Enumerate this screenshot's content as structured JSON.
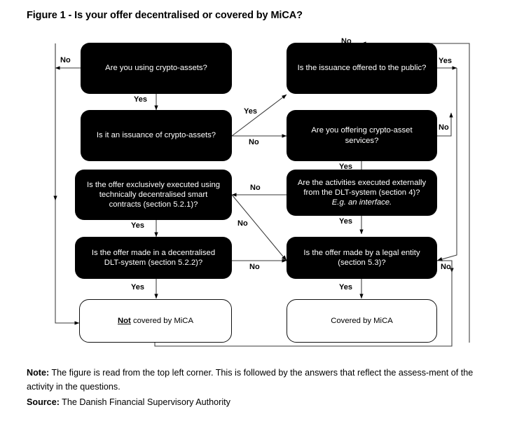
{
  "figure": {
    "title": "Figure 1 - Is your offer decentralised or covered by MiCA?"
  },
  "flowchart": {
    "nodes": [
      {
        "id": "crypto-assets",
        "label": "Are you using crypto-assets?",
        "style": "dark"
      },
      {
        "id": "issuance",
        "label": "Is it an issuance of crypto-assets?",
        "style": "dark"
      },
      {
        "id": "offered-public",
        "label": "Is the issuance offered to the public?",
        "style": "dark"
      },
      {
        "id": "services",
        "label_line1": "Are you offering crypto-asset",
        "label_line2": "services?",
        "style": "dark"
      },
      {
        "id": "smart-contracts",
        "label_line1": "Is the offer exclusively executed using",
        "label_line2": "technically decentralised smart",
        "label_line3": "contracts (section 5.2.1)?",
        "style": "dark"
      },
      {
        "id": "activities-external",
        "label_line1": "Are the activities executed externally",
        "label_line2": "from the DLT-system (section 4)?",
        "label_line3": "E.g. an interface.",
        "style": "dark"
      },
      {
        "id": "dlt-system",
        "label_line1": "Is the offer made in a decentralised",
        "label_line2": "DLT-system (section 5.2.2)?",
        "style": "dark"
      },
      {
        "id": "legal-entity",
        "label_line1": "Is the offer made by a legal entity",
        "label_line2": "(section 5.3)?",
        "style": "dark"
      },
      {
        "id": "not-covered",
        "label_strong": "Not",
        "label_rest": " covered by MiCA",
        "style": "light"
      },
      {
        "id": "covered",
        "label": "Covered by MiCA",
        "style": "light"
      }
    ],
    "edges": [
      {
        "id": "crypto-no",
        "label": "No",
        "from": "crypto-assets",
        "to": "not-covered"
      },
      {
        "id": "crypto-yes",
        "label": "Yes",
        "from": "crypto-assets",
        "to": "issuance"
      },
      {
        "id": "issuance-yes",
        "label": "Yes",
        "from": "issuance",
        "to": "offered-public"
      },
      {
        "id": "issuance-no",
        "label": "No",
        "from": "issuance",
        "to": "services"
      },
      {
        "id": "public-no",
        "label": "No",
        "from": "offered-public",
        "to": "not-covered"
      },
      {
        "id": "public-yes",
        "label": "Yes",
        "from": "offered-public",
        "to": "legal-entity"
      },
      {
        "id": "services-no",
        "label": "No",
        "from": "services",
        "to": "not-covered"
      },
      {
        "id": "services-yes",
        "label": "Yes",
        "from": "services",
        "to": "activities-external"
      },
      {
        "id": "activities-no",
        "label": "No",
        "from": "activities-external",
        "to": "smart-contracts"
      },
      {
        "id": "activities-yes",
        "label": "Yes",
        "from": "activities-external",
        "to": "legal-entity"
      },
      {
        "id": "smart-contracts-yes",
        "label": "Yes",
        "from": "smart-contracts",
        "to": "dlt-system"
      },
      {
        "id": "smart-contracts-no",
        "label": "No",
        "from": "smart-contracts",
        "to": "legal-entity"
      },
      {
        "id": "dlt-yes",
        "label": "Yes",
        "from": "dlt-system",
        "to": "not-covered"
      },
      {
        "id": "dlt-no",
        "label": "No",
        "from": "dlt-system",
        "to": "legal-entity"
      },
      {
        "id": "legal-yes",
        "label": "Yes",
        "from": "legal-entity",
        "to": "covered"
      },
      {
        "id": "legal-no",
        "label": "No",
        "from": "legal-entity",
        "to": "not-covered"
      }
    ]
  },
  "footer": {
    "note_label": "Note:",
    "note_text": " The figure is read from the top left corner. This is followed by the answers that reflect the assess-ment of the activity in the questions.",
    "source_label": "Source:",
    "source_text": " The Danish Financial Supervisory Authority"
  }
}
